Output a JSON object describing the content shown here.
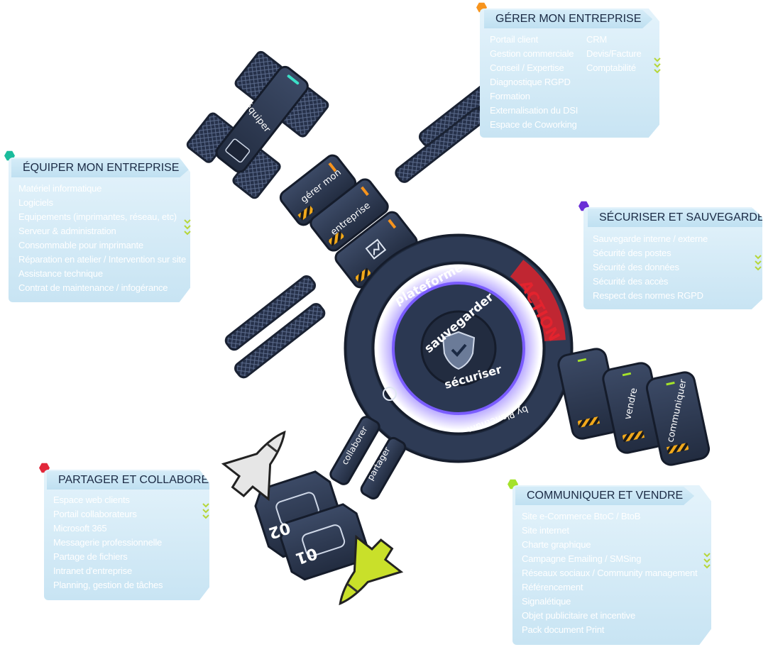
{
  "colors": {
    "hull": "#2d3a52",
    "hull_dark": "#1f2a3e",
    "accent_red": "#d9232d",
    "hex_orange": "#f7941d",
    "hex_teal": "#1abc9c",
    "hex_purple": "#6a2fd6",
    "hex_red": "#e2273a",
    "hex_lime": "#a4e22b",
    "ring_glow": "#6b45ff"
  },
  "panels": {
    "gerer": {
      "title": "GÉRER MON ENTREPRISE",
      "items_col1": [
        "Portail client",
        "Gestion commerciale",
        "Conseil / Expertise",
        "Diagnostique RGPD",
        "Formation",
        "Externalisation du DSI",
        "Espace de Coworking"
      ],
      "items_col2": [
        "CRM",
        "Devis/Facture",
        "Comptabilité"
      ]
    },
    "equiper": {
      "title": "ÉQUIPER MON ENTREPRISE",
      "items": [
        "Matériel informatique",
        "Logiciels",
        "Equipements (imprimantes, réseau, etc)",
        "Serveur & administration",
        "Consommable pour imprimante",
        "Réparation en atelier / Intervention sur site",
        "Assistance technique",
        "Contrat de maintenance / infogérance"
      ]
    },
    "securiser": {
      "title": "SÉCURISER ET SAUVEGARDER",
      "items": [
        "Sauvegarde interne / externe",
        "Sécurité des postes",
        "Sécurité des données",
        "Sécurité des accès",
        "Respect des normes RGPD"
      ]
    },
    "partager": {
      "title": "PARTAGER ET COLLABORER",
      "items": [
        "Espace web clients",
        "Portail collaborateurs",
        "Microsoft 365",
        "Messagerie professionnelle",
        "Partage de fichiers",
        "Intranet d'entreprise",
        "Planning, gestion de tâches"
      ]
    },
    "communiquer": {
      "title": "COMMUNIQUER ET VENDRE",
      "items": [
        "Site e-Commerce BtoC / BtoB",
        "Site internet",
        "Charte graphique",
        "Campagne Emailing / SMSing",
        "Réseaux sociaux / Community management",
        "Référencement",
        "Signalétique",
        "Objet publicitaire et incentive",
        "Pack document Print"
      ]
    }
  },
  "station": {
    "sequiper": "s'équiper",
    "gerer_mon": "gérer mon",
    "entreprise": "entreprise",
    "plateforme": "plateforme",
    "action": "ACTION",
    "sauvegarder": "sauvegarder",
    "securiser": "sécuriser",
    "by_planetnum": "by Planetnum",
    "vendre": "vendre",
    "communiquer": "communiquer",
    "collaborer": "collaborer",
    "partager": "partager",
    "num_02": "02",
    "num_01": "01"
  }
}
